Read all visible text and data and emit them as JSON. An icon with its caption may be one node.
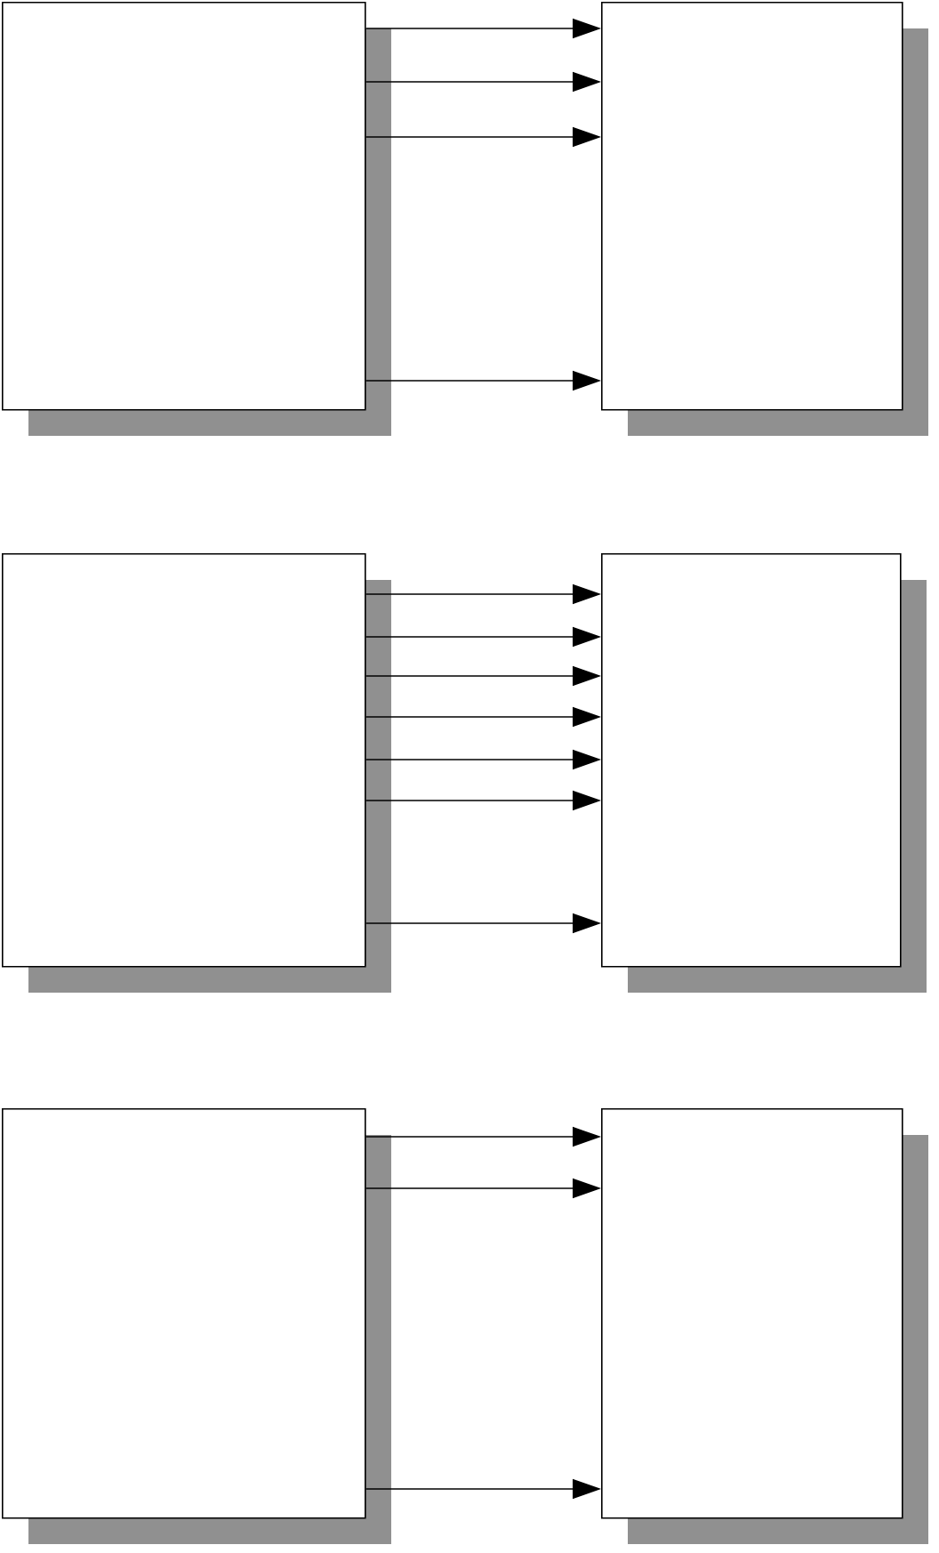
{
  "diagram": {
    "nodes": [
      {
        "text": [],
        "shape": "box"
      },
      {
        "text": [],
        "shape": "box"
      },
      {
        "text": [],
        "shape": "box"
      },
      {
        "text": [],
        "shape": "box"
      },
      {
        "text": [],
        "shape": "box"
      },
      {
        "text": [],
        "shape": "box"
      }
    ],
    "edges": [
      {
        "from": 0,
        "to": 1,
        "arrow": "to"
      },
      {
        "from": 0,
        "to": 1,
        "arrow": "to"
      },
      {
        "from": 0,
        "to": 1,
        "arrow": "to"
      },
      {
        "from": 0,
        "to": 1,
        "arrow": "to"
      },
      {
        "from": 2,
        "to": 3,
        "arrow": "to"
      },
      {
        "from": 2,
        "to": 3,
        "arrow": "to"
      },
      {
        "from": 2,
        "to": 3,
        "arrow": "to"
      },
      {
        "from": 2,
        "to": 3,
        "arrow": "to"
      },
      {
        "from": 2,
        "to": 3,
        "arrow": "to"
      },
      {
        "from": 2,
        "to": 3,
        "arrow": "to"
      },
      {
        "from": 2,
        "to": 3,
        "arrow": "to"
      },
      {
        "from": 4,
        "to": 5,
        "arrow": "to"
      },
      {
        "from": 4,
        "to": 5,
        "arrow": "to"
      },
      {
        "from": 4,
        "to": 5,
        "arrow": "to"
      }
    ]
  }
}
